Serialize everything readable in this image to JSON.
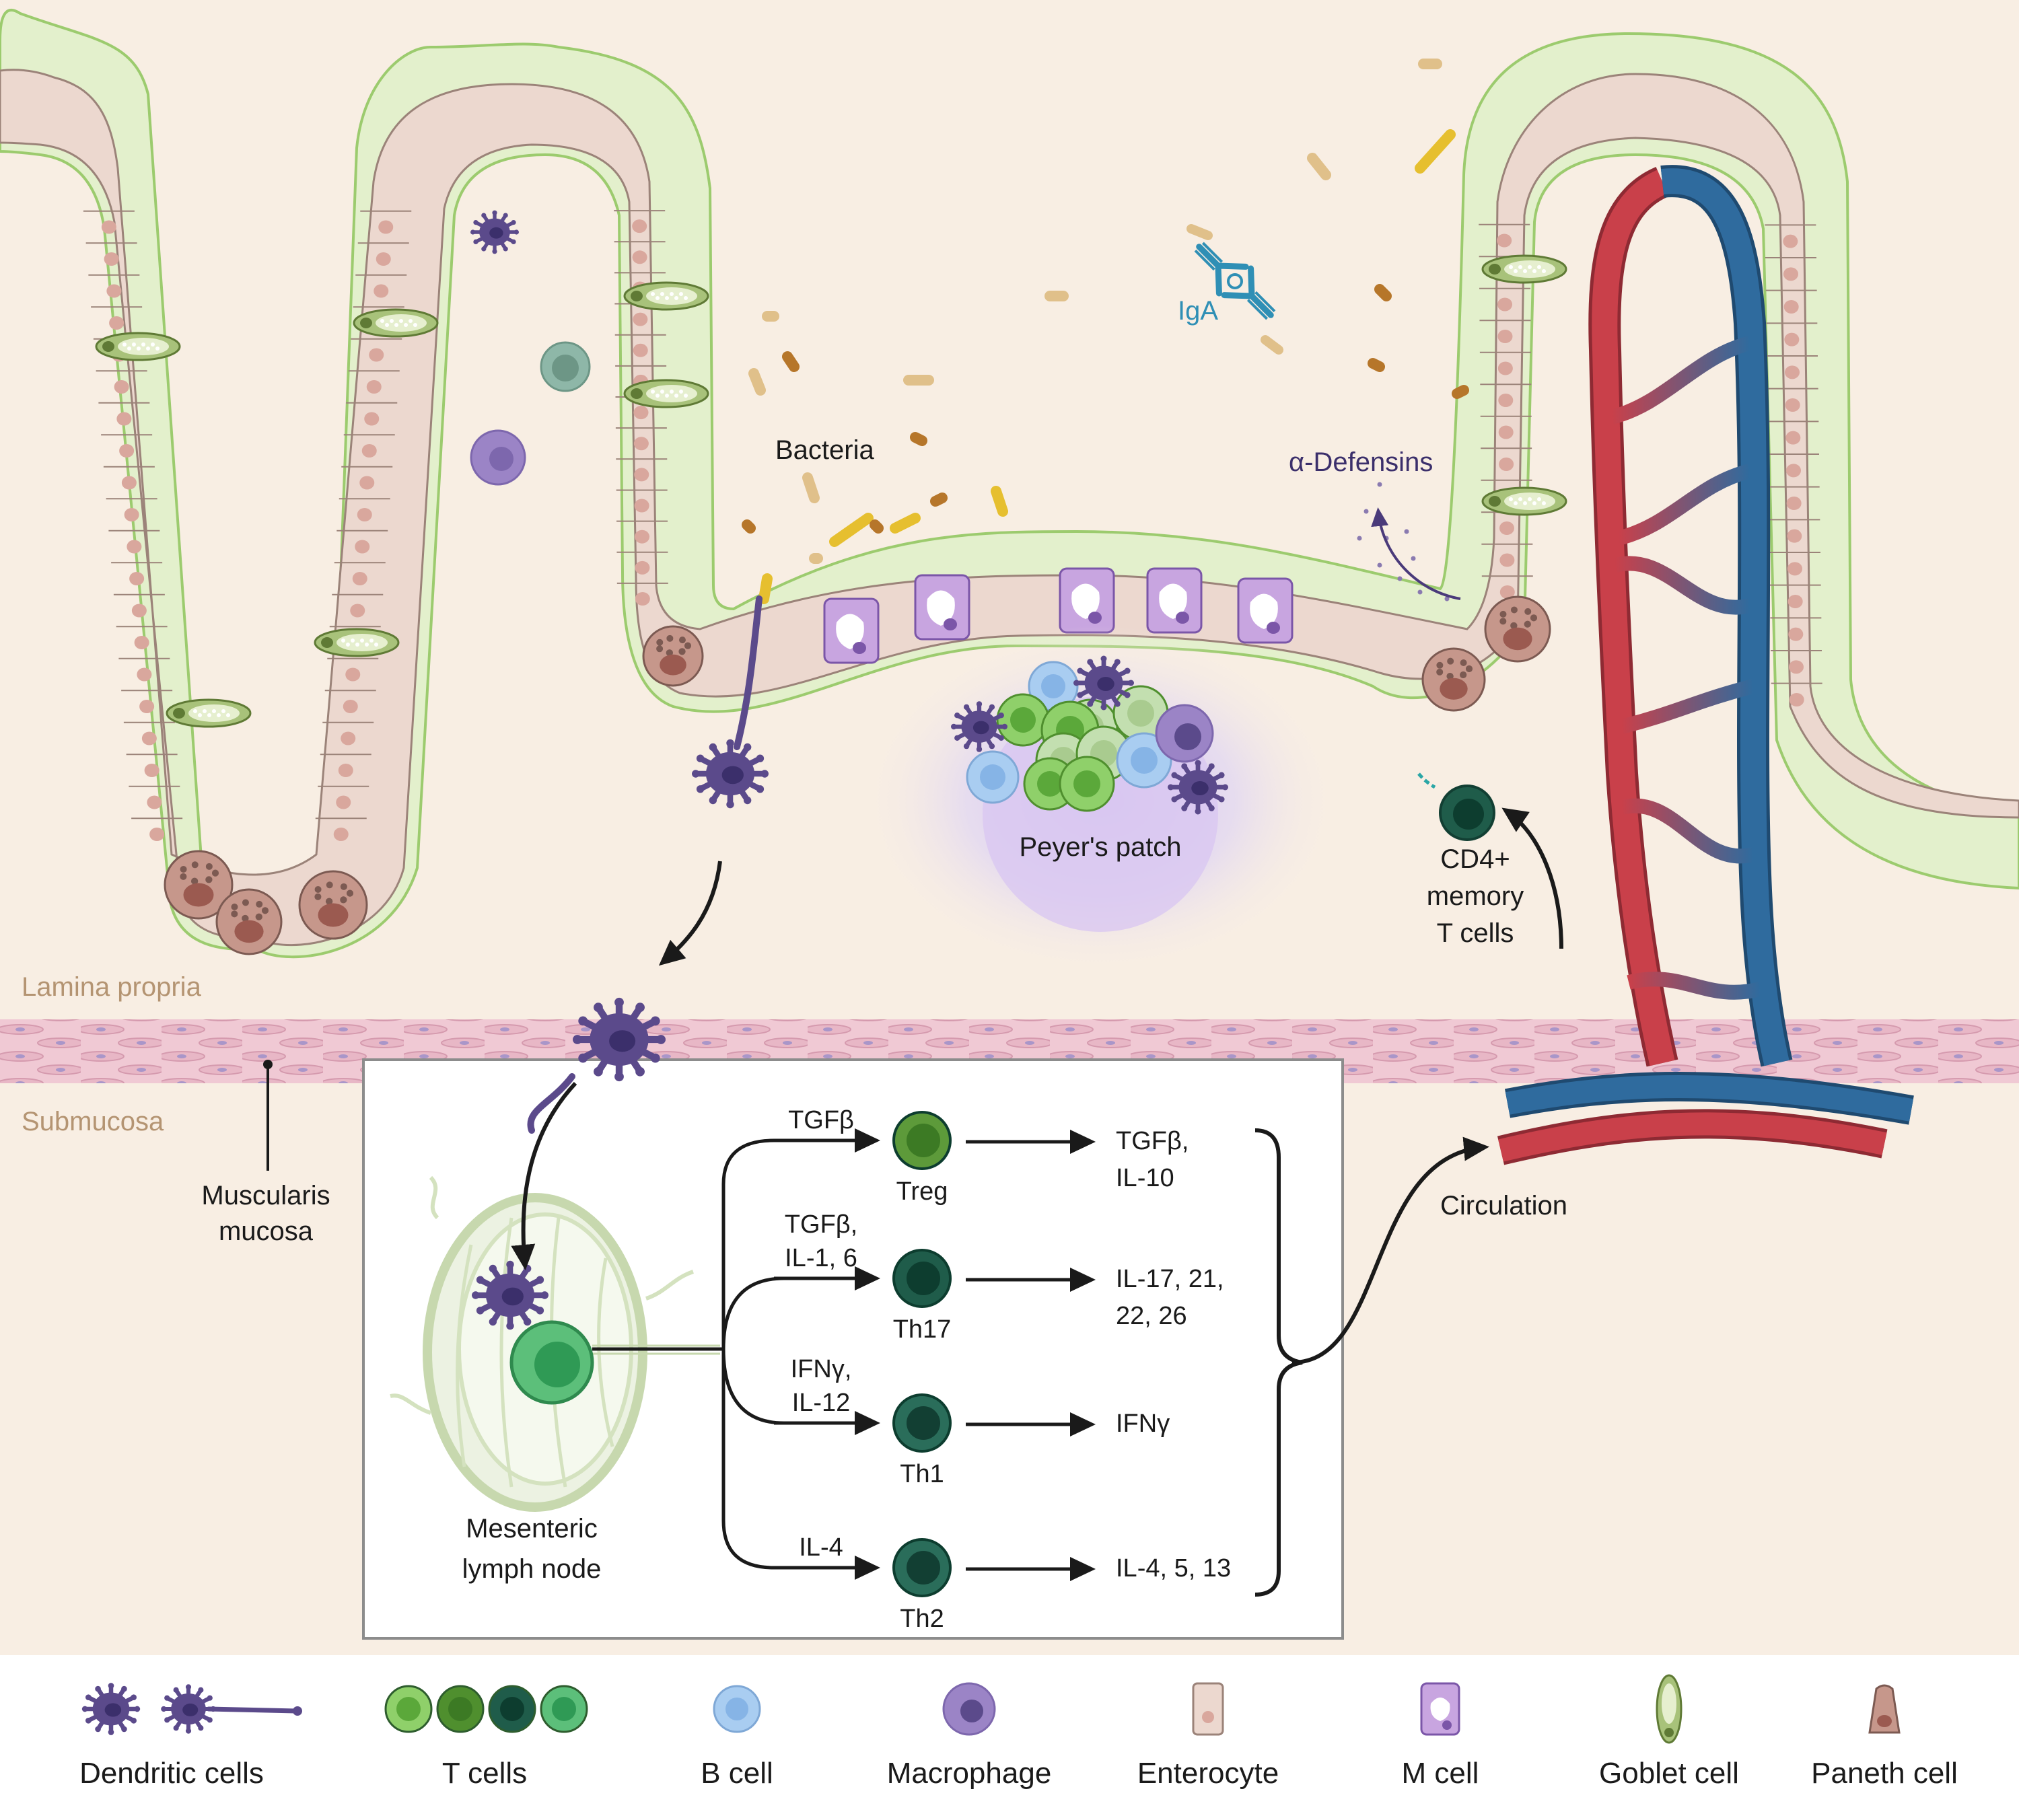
{
  "labels": {
    "bacteria": "Bacteria",
    "iga": "IgA",
    "alpha_defensins": "α-Defensins",
    "peyers_patch": "Peyer's patch",
    "cd4_memory": [
      "CD4+",
      "memory",
      "T cells"
    ],
    "lamina_propria": "Lamina propria",
    "submucosa": "Submucosa",
    "muscularis_mucosa": [
      "Muscularis",
      "mucosa"
    ],
    "circulation": "Circulation",
    "mesenteric_lymph_node": [
      "Mesenteric",
      "lymph node"
    ]
  },
  "differentiation": [
    {
      "inputs": [
        "TGFβ"
      ],
      "cell": "Treg",
      "outputs": [
        "TGFβ,",
        "IL-10"
      ],
      "color": "#5d9a3a",
      "nucleus": "#3c7a24"
    },
    {
      "inputs": [
        "TGFβ,",
        "IL-1, 6"
      ],
      "cell": "Th17",
      "outputs": [
        "IL-17, 21,",
        "22, 26"
      ],
      "color": "#1f5c4a",
      "nucleus": "#0d3d2f"
    },
    {
      "inputs": [
        "IFNγ,",
        "IL-12"
      ],
      "cell": "Th1",
      "outputs": [
        "IFNγ"
      ],
      "color": "#2a6d5a",
      "nucleus": "#123f33"
    },
    {
      "inputs": [
        "IL-4"
      ],
      "cell": "Th2",
      "outputs": [
        "IL-4, 5, 13"
      ],
      "color": "#2a6d5a",
      "nucleus": "#123f33"
    }
  ],
  "legend": [
    {
      "label": "Dendritic cells",
      "icon": "dendritic-cells-icon"
    },
    {
      "label": "T cells",
      "icon": "t-cells-icon"
    },
    {
      "label": "B cell",
      "icon": "b-cell-icon"
    },
    {
      "label": "Macrophage",
      "icon": "macrophage-icon"
    },
    {
      "label": "Enterocyte",
      "icon": "enterocyte-icon"
    },
    {
      "label": "M cell",
      "icon": "m-cell-icon"
    },
    {
      "label": "Goblet cell",
      "icon": "goblet-cell-icon"
    },
    {
      "label": "Paneth cell",
      "icon": "paneth-cell-icon"
    }
  ],
  "colors": {
    "tissue": "#f8eee3",
    "mucus": "#e3f0cc",
    "mucus_edge": "#9ccb6e",
    "enterocyte": "#ecd8cf",
    "enterocyte_edge": "#9b8379",
    "dendritic": "#5b4a8b",
    "artery": "#c9404a",
    "vein": "#2f6b9e",
    "muscularis": "#f0c9d4",
    "tcell_light": "#8fd06a",
    "tcell_dark": "#1f5c4a",
    "bcell": "#a9cdf1",
    "macrophage": "#9b84c6",
    "iga": "#2f8fb5"
  }
}
